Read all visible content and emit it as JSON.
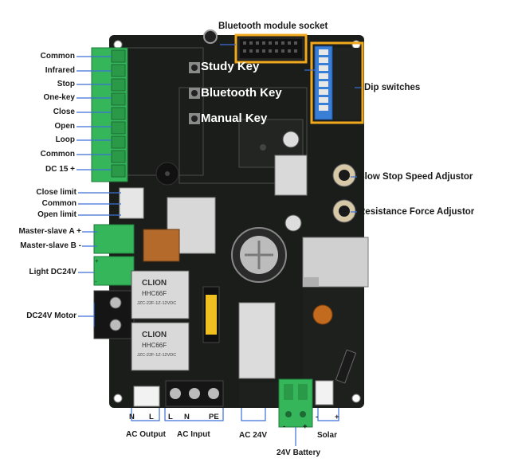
{
  "left_terminal_labels": [
    "Common",
    "Infrared",
    "Stop",
    "One-key",
    "Close",
    "Open",
    "Loop",
    "Common",
    "DC 15 +"
  ],
  "limit_labels": [
    "Close limit",
    "Common",
    "Open limit"
  ],
  "master_slave_labels": [
    "Master-slave A +",
    "Master-slave B -"
  ],
  "light_label": "Light DC24V",
  "motor_label": "DC24V Motor",
  "top_label": "Bluetooth module socket",
  "board_key_labels": [
    "Study Key",
    "Bluetooth Key",
    "Manual Key"
  ],
  "dip_label": "Dip switches",
  "right_labels": [
    "Slow Stop Speed Adjustor",
    "Resistance Force Adjustor"
  ],
  "bottom": {
    "ac_output": {
      "label": "AC Output",
      "pins": [
        "N",
        "L"
      ]
    },
    "ac_input": {
      "label": "AC Input",
      "pins": [
        "L",
        "N",
        "PE"
      ]
    },
    "ac24": {
      "label": "AC 24V"
    },
    "battery": {
      "label": "24V Battery",
      "pins": [
        "-",
        "+"
      ]
    },
    "solar": {
      "label": "Solar",
      "pins": [
        "-",
        "+"
      ]
    }
  },
  "component_marks": {
    "relay_brand": "CLION",
    "relay_model": "HHC66F",
    "relay_spec": "JZC-22F-1Z-12VDC",
    "polarity_plus": "+",
    "polarity_minus": "-"
  },
  "colors": {
    "board": "#1b1d1b",
    "terminal_green": "#35b65a",
    "callout_box": "#f0a81c",
    "callout_line": "#3c6fd6"
  }
}
